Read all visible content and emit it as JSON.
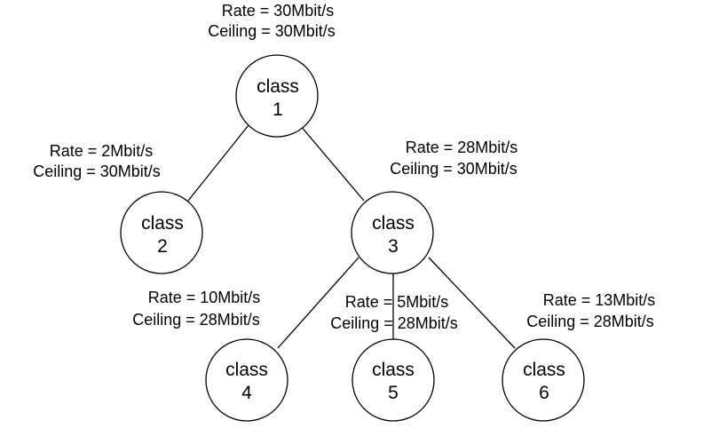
{
  "nodes": {
    "c1": {
      "word": "class",
      "num": "1"
    },
    "c2": {
      "word": "class",
      "num": "2"
    },
    "c3": {
      "word": "class",
      "num": "3"
    },
    "c4": {
      "word": "class",
      "num": "4"
    },
    "c5": {
      "word": "class",
      "num": "5"
    },
    "c6": {
      "word": "class",
      "num": "6"
    }
  },
  "labels": {
    "c1": {
      "rate": "Rate = 30Mbit/s",
      "ceil": "Ceiling = 30Mbit/s"
    },
    "c2": {
      "rate": "Rate = 2Mbit/s",
      "ceil": "Ceiling = 30Mbit/s"
    },
    "c3": {
      "rate": "Rate = 28Mbit/s",
      "ceil": "Ceiling = 30Mbit/s"
    },
    "c4": {
      "rate": "Rate = 10Mbit/s",
      "ceil": "Ceiling = 28Mbit/s"
    },
    "c5": {
      "rate": "Rate = 5Mbit/s",
      "ceil": "Ceiling = 28Mbit/s"
    },
    "c6": {
      "rate": "Rate = 13Mbit/s",
      "ceil": "Ceiling = 28Mbit/s"
    }
  },
  "colors": {
    "stroke": "#000000",
    "background": "#ffffff"
  }
}
